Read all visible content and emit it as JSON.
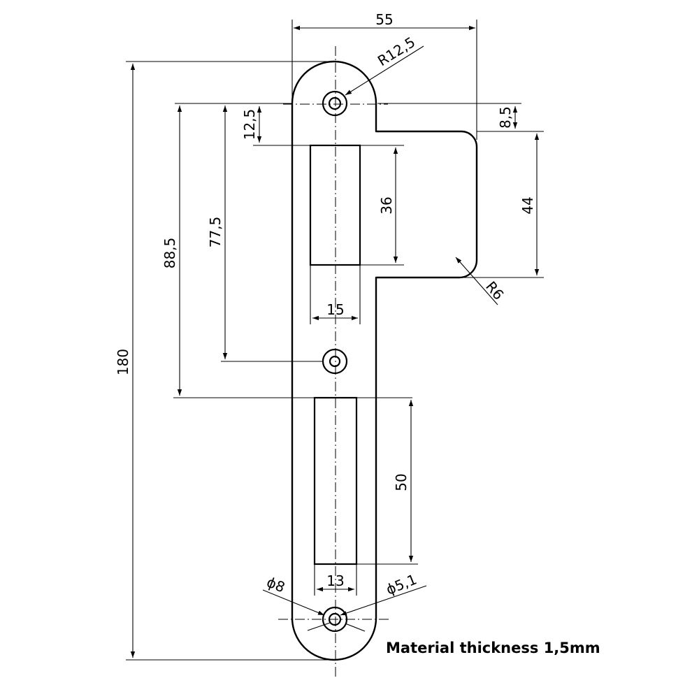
{
  "dimensions": {
    "overall_width": "55",
    "top_radius": "R12,5",
    "top_offset": "8,5",
    "first_slot_offset": "12,5",
    "first_slot_height": "36",
    "tab_height": "44",
    "tab_radius": "R6",
    "first_slot_width": "15",
    "center_screw_distance": "77,5",
    "second_slot_distance": "88,5",
    "overall_height": "180",
    "second_slot_height": "50",
    "second_slot_width": "13",
    "countersink_diameter": "ϕ8",
    "hole_diameter": "ϕ5,1"
  },
  "note": "Material thickness 1,5mm"
}
